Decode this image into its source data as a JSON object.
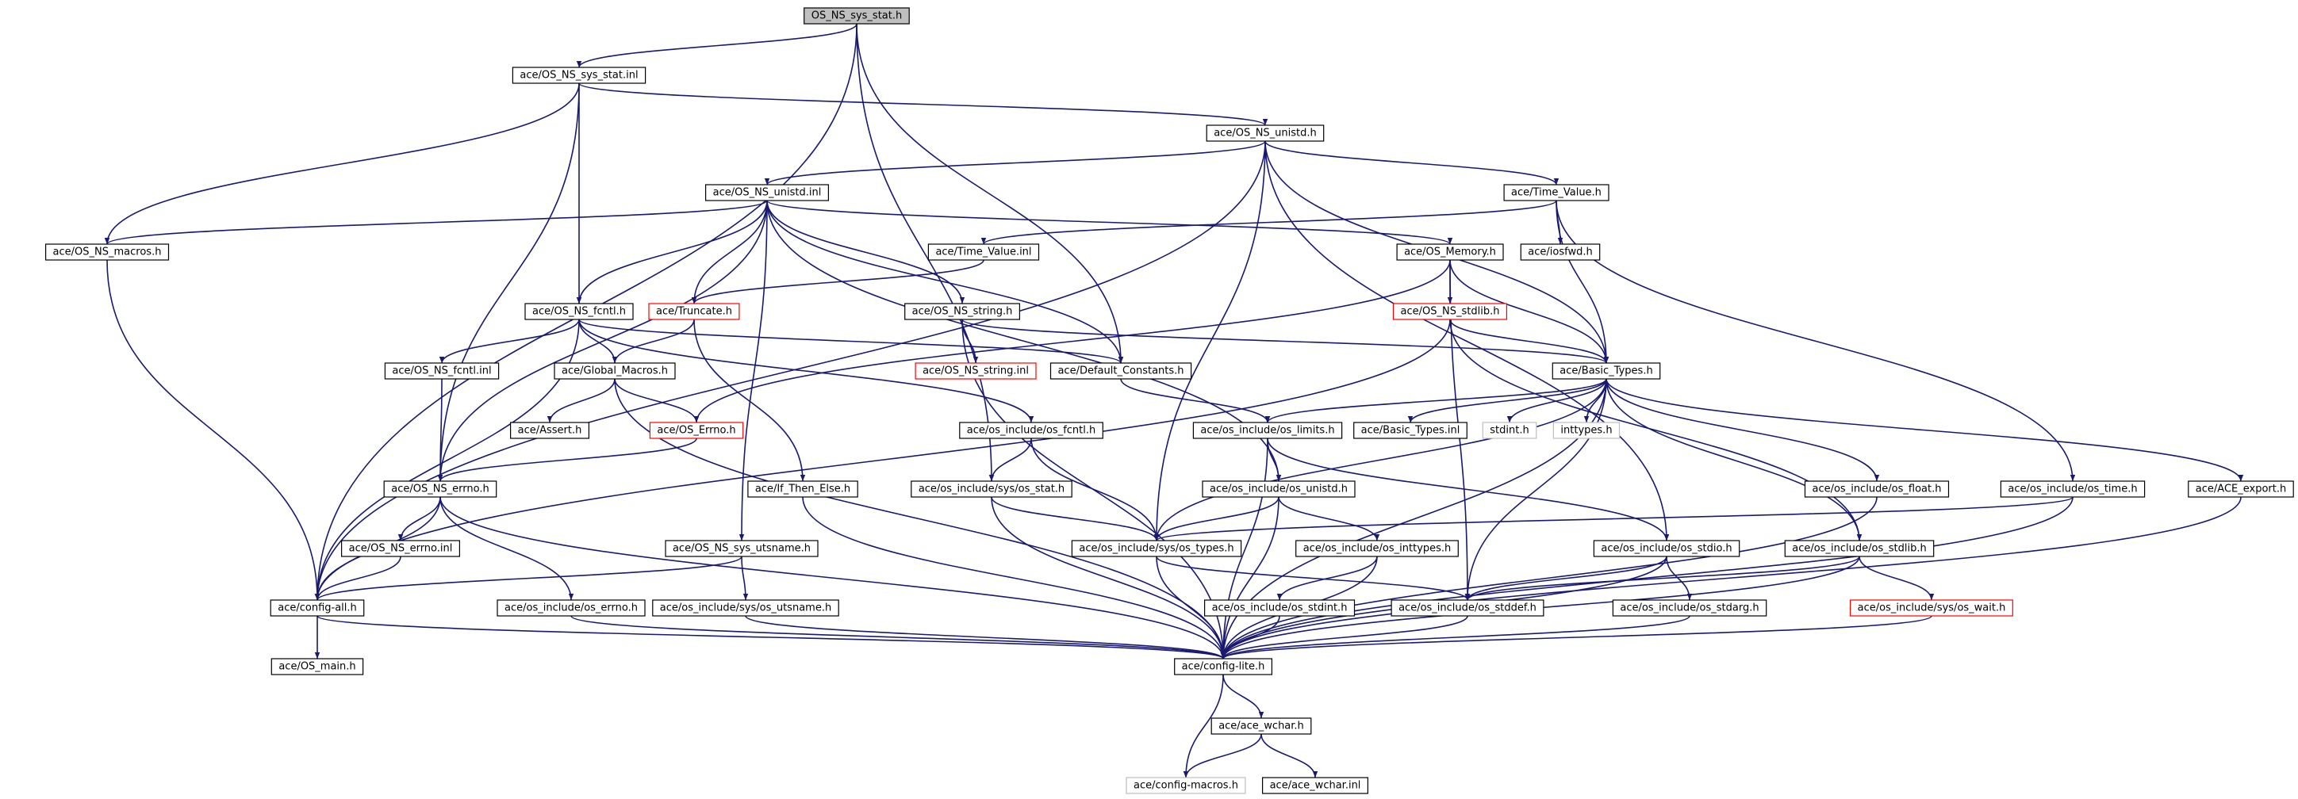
{
  "colors": {
    "edge": "#191970",
    "box": "#000000",
    "missing": "#ff0000",
    "undocumented": "#bfbfbf",
    "root_fill": "#bfbfbf"
  },
  "nodes": [
    {
      "id": "root",
      "label": "OS_NS_sys_stat.h",
      "kind": "root"
    },
    {
      "id": "sysstat_inl",
      "label": "ace/OS_NS_sys_stat.inl",
      "kind": "normal"
    },
    {
      "id": "unistd_h",
      "label": "ace/OS_NS_unistd.h",
      "kind": "normal"
    },
    {
      "id": "unistd_inl",
      "label": "ace/OS_NS_unistd.inl",
      "kind": "normal"
    },
    {
      "id": "time_value_h",
      "label": "ace/Time_Value.h",
      "kind": "normal"
    },
    {
      "id": "macros_h",
      "label": "ace/OS_NS_macros.h",
      "kind": "normal"
    },
    {
      "id": "time_value_inl",
      "label": "ace/Time_Value.inl",
      "kind": "normal"
    },
    {
      "id": "memory_h",
      "label": "ace/OS_Memory.h",
      "kind": "normal"
    },
    {
      "id": "iosfwd_h",
      "label": "ace/iosfwd.h",
      "kind": "normal"
    },
    {
      "id": "fcntl_h",
      "label": "ace/OS_NS_fcntl.h",
      "kind": "normal"
    },
    {
      "id": "truncate_h",
      "label": "ace/Truncate.h",
      "kind": "missing"
    },
    {
      "id": "string_h",
      "label": "ace/OS_NS_string.h",
      "kind": "normal"
    },
    {
      "id": "stdlib_h",
      "label": "ace/OS_NS_stdlib.h",
      "kind": "missing"
    },
    {
      "id": "fcntl_inl",
      "label": "ace/OS_NS_fcntl.inl",
      "kind": "normal"
    },
    {
      "id": "global_macros_h",
      "label": "ace/Global_Macros.h",
      "kind": "normal"
    },
    {
      "id": "string_inl",
      "label": "ace/OS_NS_string.inl",
      "kind": "missing"
    },
    {
      "id": "default_constants_h",
      "label": "ace/Default_Constants.h",
      "kind": "normal"
    },
    {
      "id": "basic_types_h",
      "label": "ace/Basic_Types.h",
      "kind": "normal"
    },
    {
      "id": "assert_h",
      "label": "ace/Assert.h",
      "kind": "normal"
    },
    {
      "id": "os_errno_h",
      "label": "ace/OS_Errno.h",
      "kind": "missing"
    },
    {
      "id": "os_fcntl_h",
      "label": "ace/os_include/os_fcntl.h",
      "kind": "normal"
    },
    {
      "id": "os_limits_h",
      "label": "ace/os_include/os_limits.h",
      "kind": "normal"
    },
    {
      "id": "basic_types_inl",
      "label": "ace/Basic_Types.inl",
      "kind": "normal"
    },
    {
      "id": "stdint_h",
      "label": "stdint.h",
      "kind": "undoc"
    },
    {
      "id": "inttypes_h",
      "label": "inttypes.h",
      "kind": "undoc"
    },
    {
      "id": "errno_h",
      "label": "ace/OS_NS_errno.h",
      "kind": "normal"
    },
    {
      "id": "if_then_else_h",
      "label": "ace/If_Then_Else.h",
      "kind": "normal"
    },
    {
      "id": "sys_os_stat_h",
      "label": "ace/os_include/sys/os_stat.h",
      "kind": "normal"
    },
    {
      "id": "os_unistd_h",
      "label": "ace/os_include/os_unistd.h",
      "kind": "normal"
    },
    {
      "id": "os_float_h",
      "label": "ace/os_include/os_float.h",
      "kind": "normal"
    },
    {
      "id": "os_time_h",
      "label": "ace/os_include/os_time.h",
      "kind": "normal"
    },
    {
      "id": "ace_export_h",
      "label": "ace/ACE_export.h",
      "kind": "normal"
    },
    {
      "id": "errno_inl",
      "label": "ace/OS_NS_errno.inl",
      "kind": "normal"
    },
    {
      "id": "utsname_h",
      "label": "ace/OS_NS_sys_utsname.h",
      "kind": "normal"
    },
    {
      "id": "sys_os_types_h",
      "label": "ace/os_include/sys/os_types.h",
      "kind": "normal"
    },
    {
      "id": "os_inttypes_h",
      "label": "ace/os_include/os_inttypes.h",
      "kind": "normal"
    },
    {
      "id": "os_stdio_h",
      "label": "ace/os_include/os_stdio.h",
      "kind": "normal"
    },
    {
      "id": "os_stdlib_h",
      "label": "ace/os_include/os_stdlib.h",
      "kind": "normal"
    },
    {
      "id": "config_all_h",
      "label": "ace/config-all.h",
      "kind": "normal"
    },
    {
      "id": "os_errno_inc_h",
      "label": "ace/os_include/os_errno.h",
      "kind": "normal"
    },
    {
      "id": "sys_os_utsname_h",
      "label": "ace/os_include/sys/os_utsname.h",
      "kind": "normal"
    },
    {
      "id": "os_stdint_h",
      "label": "ace/os_include/os_stdint.h",
      "kind": "normal"
    },
    {
      "id": "os_stddef_h",
      "label": "ace/os_include/os_stddef.h",
      "kind": "normal"
    },
    {
      "id": "os_stdarg_h",
      "label": "ace/os_include/os_stdarg.h",
      "kind": "normal"
    },
    {
      "id": "sys_os_wait_h",
      "label": "ace/os_include/sys/os_wait.h",
      "kind": "missing"
    },
    {
      "id": "os_main_h",
      "label": "ace/OS_main.h",
      "kind": "normal"
    },
    {
      "id": "config_lite_h",
      "label": "ace/config-lite.h",
      "kind": "normal"
    },
    {
      "id": "ace_wchar_h",
      "label": "ace/ace_wchar.h",
      "kind": "normal"
    },
    {
      "id": "config_macros_h",
      "label": "ace/config-macros.h",
      "kind": "undoc"
    },
    {
      "id": "ace_wchar_inl",
      "label": "ace/ace_wchar.inl",
      "kind": "normal"
    }
  ],
  "edges": [
    [
      "root",
      "sysstat_inl"
    ],
    [
      "root",
      "config_all_h"
    ],
    [
      "root",
      "default_constants_h"
    ],
    [
      "root",
      "sys_os_stat_h"
    ],
    [
      "sysstat_inl",
      "unistd_h"
    ],
    [
      "sysstat_inl",
      "macros_h"
    ],
    [
      "sysstat_inl",
      "fcntl_h"
    ],
    [
      "sysstat_inl",
      "errno_h"
    ],
    [
      "unistd_h",
      "unistd_inl"
    ],
    [
      "unistd_h",
      "time_value_h"
    ],
    [
      "unistd_h",
      "basic_types_h"
    ],
    [
      "unistd_h",
      "sys_os_types_h"
    ],
    [
      "unistd_h",
      "os_stdio_h"
    ],
    [
      "unistd_h",
      "config_all_h"
    ],
    [
      "unistd_inl",
      "macros_h"
    ],
    [
      "unistd_inl",
      "fcntl_h"
    ],
    [
      "unistd_inl",
      "truncate_h"
    ],
    [
      "unistd_inl",
      "string_h"
    ],
    [
      "unistd_inl",
      "memory_h"
    ],
    [
      "unistd_inl",
      "default_constants_h"
    ],
    [
      "unistd_inl",
      "utsname_h"
    ],
    [
      "unistd_inl",
      "errno_h"
    ],
    [
      "unistd_inl",
      "os_unistd_h"
    ],
    [
      "time_value_h",
      "time_value_inl"
    ],
    [
      "time_value_h",
      "iosfwd_h"
    ],
    [
      "time_value_h",
      "basic_types_h"
    ],
    [
      "time_value_h",
      "os_time_h"
    ],
    [
      "time_value_inl",
      "truncate_h"
    ],
    [
      "memory_h",
      "stdlib_h"
    ],
    [
      "memory_h",
      "basic_types_h"
    ],
    [
      "memory_h",
      "os_errno_h"
    ],
    [
      "memory_h",
      "os_stddef_h"
    ],
    [
      "macros_h",
      "config_all_h"
    ],
    [
      "fcntl_h",
      "fcntl_inl"
    ],
    [
      "fcntl_h",
      "global_macros_h"
    ],
    [
      "fcntl_h",
      "default_constants_h"
    ],
    [
      "fcntl_h",
      "os_fcntl_h"
    ],
    [
      "fcntl_h",
      "config_all_h"
    ],
    [
      "truncate_h",
      "global_macros_h"
    ],
    [
      "truncate_h",
      "if_then_else_h"
    ],
    [
      "string_h",
      "string_inl"
    ],
    [
      "string_h",
      "basic_types_h"
    ],
    [
      "string_h",
      "config_lite_h"
    ],
    [
      "stdlib_h",
      "basic_types_h"
    ],
    [
      "stdlib_h",
      "os_stdlib_h"
    ],
    [
      "stdlib_h",
      "config_all_h"
    ],
    [
      "fcntl_inl",
      "errno_h"
    ],
    [
      "global_macros_h",
      "assert_h"
    ],
    [
      "global_macros_h",
      "os_errno_h"
    ],
    [
      "global_macros_h",
      "config_lite_h"
    ],
    [
      "default_constants_h",
      "os_limits_h"
    ],
    [
      "basic_types_h",
      "os_limits_h"
    ],
    [
      "basic_types_h",
      "basic_types_inl"
    ],
    [
      "basic_types_h",
      "stdint_h"
    ],
    [
      "basic_types_h",
      "inttypes_h"
    ],
    [
      "basic_types_h",
      "os_float_h"
    ],
    [
      "basic_types_h",
      "ace_export_h"
    ],
    [
      "basic_types_h",
      "sys_os_types_h"
    ],
    [
      "basic_types_h",
      "os_stddef_h"
    ],
    [
      "basic_types_h",
      "os_stdlib_h"
    ],
    [
      "basic_types_h",
      "config_lite_h"
    ],
    [
      "os_errno_h",
      "errno_h"
    ],
    [
      "os_fcntl_h",
      "sys_os_stat_h"
    ],
    [
      "os_fcntl_h",
      "sys_os_types_h"
    ],
    [
      "os_limits_h",
      "os_unistd_h"
    ],
    [
      "os_limits_h",
      "os_stdio_h"
    ],
    [
      "os_limits_h",
      "config_lite_h"
    ],
    [
      "errno_h",
      "errno_inl"
    ],
    [
      "errno_h",
      "os_errno_inc_h"
    ],
    [
      "errno_h",
      "config_all_h"
    ],
    [
      "errno_h",
      "config_lite_h"
    ],
    [
      "if_then_else_h",
      "config_lite_h"
    ],
    [
      "sys_os_stat_h",
      "sys_os_types_h"
    ],
    [
      "sys_os_stat_h",
      "config_lite_h"
    ],
    [
      "os_unistd_h",
      "sys_os_types_h"
    ],
    [
      "os_unistd_h",
      "os_inttypes_h"
    ],
    [
      "os_unistd_h",
      "config_lite_h"
    ],
    [
      "os_float_h",
      "config_lite_h"
    ],
    [
      "os_time_h",
      "sys_os_types_h"
    ],
    [
      "os_time_h",
      "config_lite_h"
    ],
    [
      "ace_export_h",
      "config_lite_h"
    ],
    [
      "errno_inl",
      "config_all_h"
    ],
    [
      "utsname_h",
      "sys_os_utsname_h"
    ],
    [
      "utsname_h",
      "config_all_h"
    ],
    [
      "sys_os_types_h",
      "os_stddef_h"
    ],
    [
      "sys_os_types_h",
      "config_lite_h"
    ],
    [
      "os_inttypes_h",
      "os_stdint_h"
    ],
    [
      "os_inttypes_h",
      "config_lite_h"
    ],
    [
      "os_stdio_h",
      "os_stddef_h"
    ],
    [
      "os_stdio_h",
      "os_stdarg_h"
    ],
    [
      "os_stdio_h",
      "config_lite_h"
    ],
    [
      "os_stdlib_h",
      "os_stddef_h"
    ],
    [
      "os_stdlib_h",
      "sys_os_wait_h"
    ],
    [
      "os_stdlib_h",
      "config_lite_h"
    ],
    [
      "config_all_h",
      "os_main_h"
    ],
    [
      "config_all_h",
      "config_lite_h"
    ],
    [
      "os_errno_inc_h",
      "config_lite_h"
    ],
    [
      "sys_os_utsname_h",
      "config_lite_h"
    ],
    [
      "os_stdint_h",
      "config_lite_h"
    ],
    [
      "os_stddef_h",
      "config_lite_h"
    ],
    [
      "os_stdarg_h",
      "config_lite_h"
    ],
    [
      "sys_os_wait_h",
      "config_lite_h"
    ],
    [
      "config_lite_h",
      "ace_wchar_h"
    ],
    [
      "config_lite_h",
      "config_macros_h"
    ],
    [
      "ace_wchar_h",
      "config_macros_h"
    ],
    [
      "ace_wchar_h",
      "ace_wchar_inl"
    ]
  ]
}
